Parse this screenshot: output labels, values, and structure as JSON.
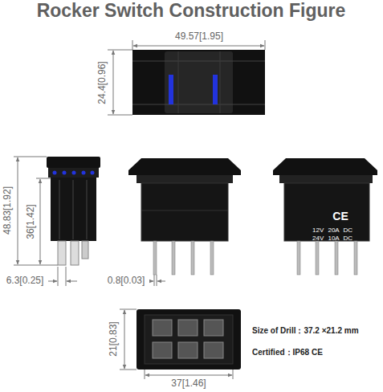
{
  "diagram": {
    "title": "Rocker Switch Construction Figure",
    "labels": [
      "49.57[1.95]",
      "24.4[0.96]",
      "48.83[1.92]",
      "36[1.42]",
      "6.3[0.25]",
      "0.8[0.03]",
      "CE",
      "12V 20A DC",
      "24V 10A DC",
      "21[0.83]",
      "37[1.46]",
      "Size of Drill：37.2 ×21.2 mm",
      "Certified：IP68 CE"
    ]
  }
}
